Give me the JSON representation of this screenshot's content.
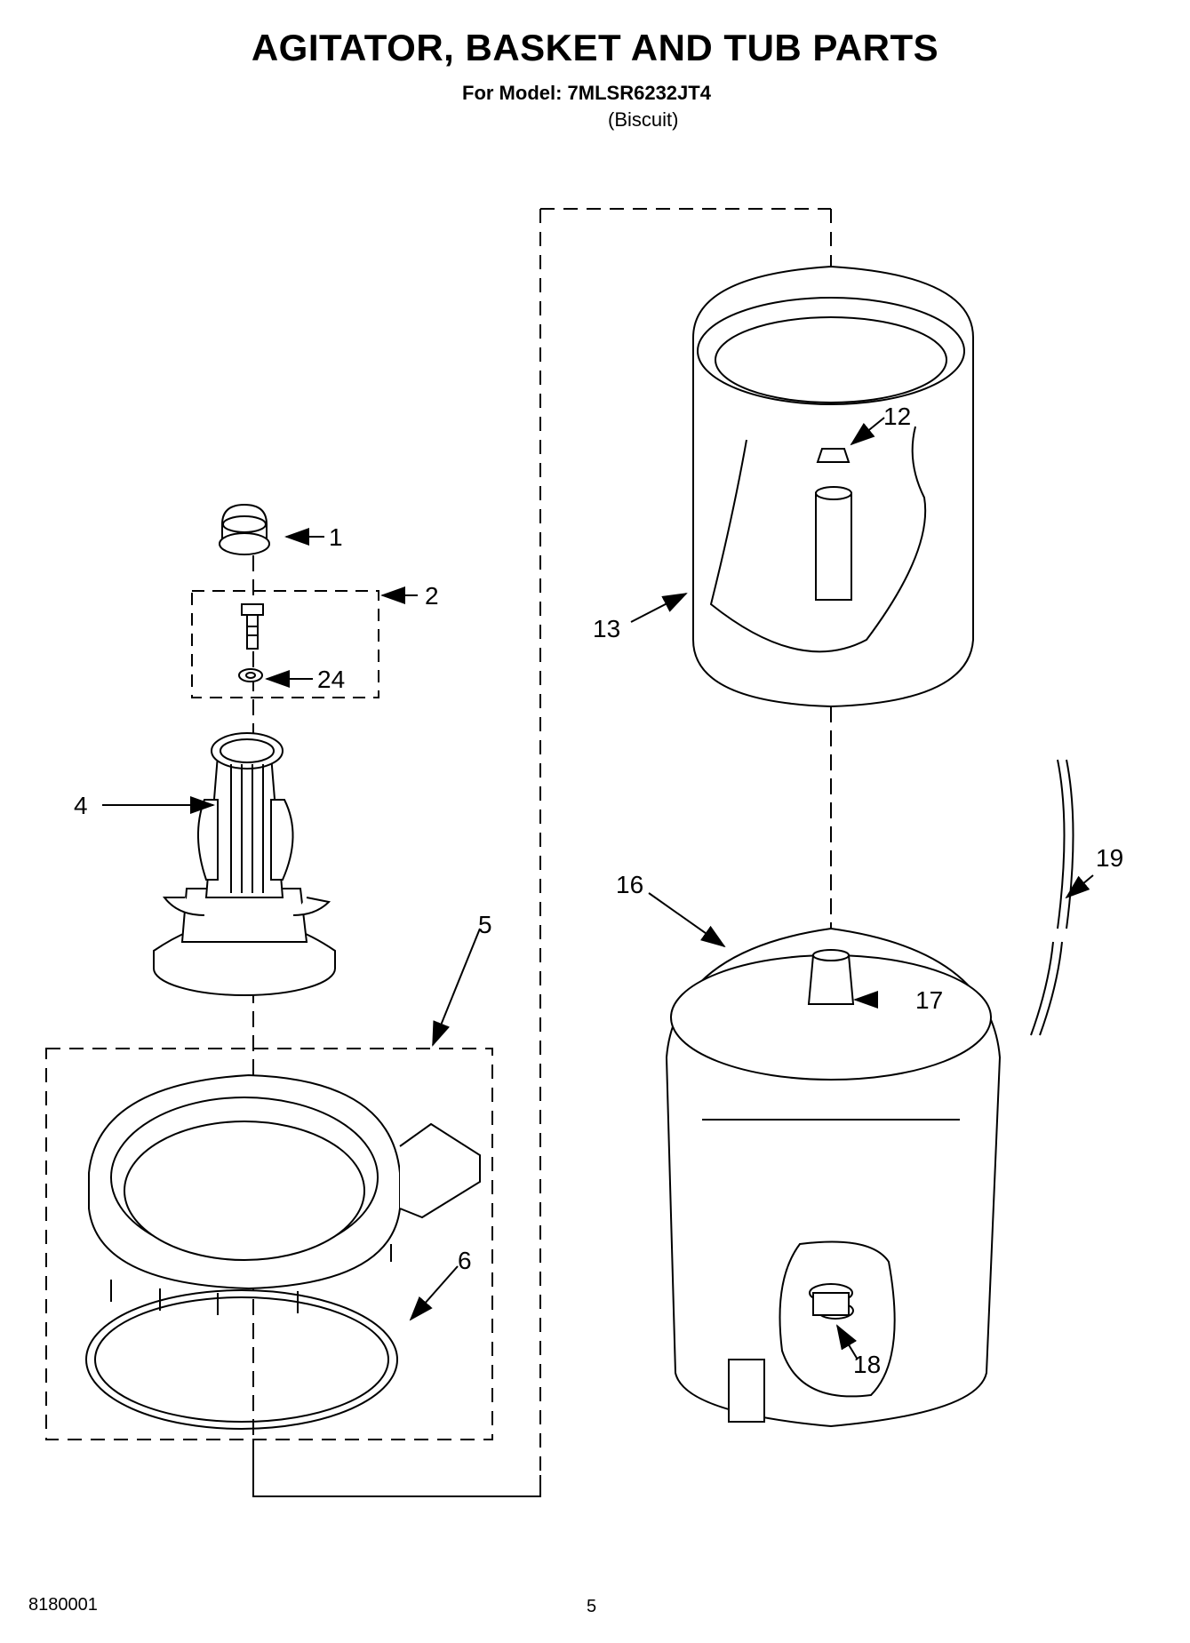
{
  "header": {
    "title": "AGITATOR, BASKET AND TUB PARTS",
    "model_line": "For Model: 7MLSR6232JT4",
    "variant": "(Biscuit)"
  },
  "callouts": [
    "1",
    "2",
    "24",
    "4",
    "5",
    "6",
    "12",
    "13",
    "16",
    "17",
    "18",
    "19"
  ],
  "footer": {
    "doc_code": "8180001",
    "page_number": "5"
  }
}
